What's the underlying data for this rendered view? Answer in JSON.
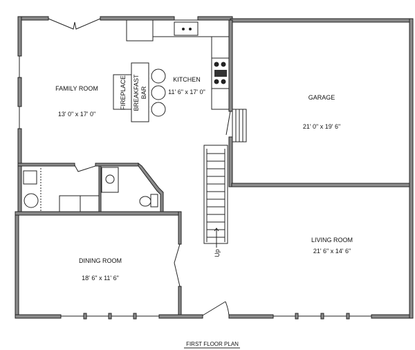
{
  "title": "FIRST FLOOR PLAN",
  "rooms": {
    "family": {
      "name": "FAMILY ROOM",
      "size": "13' 0\" x 17' 0\""
    },
    "kitchen": {
      "name": "KITCHEN",
      "size": "11' 6\" x 17' 0\""
    },
    "garage": {
      "name": "GARAGE",
      "size": "21' 0\" x 19' 6\""
    },
    "living": {
      "name": "LIVING ROOM",
      "size": "21' 6\" x 14' 6\""
    },
    "dining": {
      "name": "DINING ROOM",
      "size": "18' 6\" x 11' 6\""
    }
  },
  "fixtures": {
    "fireplace": "FIREPLACE",
    "bar_line1": "BREAKFAST",
    "bar_line2": "BAR",
    "stairs": "Up"
  }
}
